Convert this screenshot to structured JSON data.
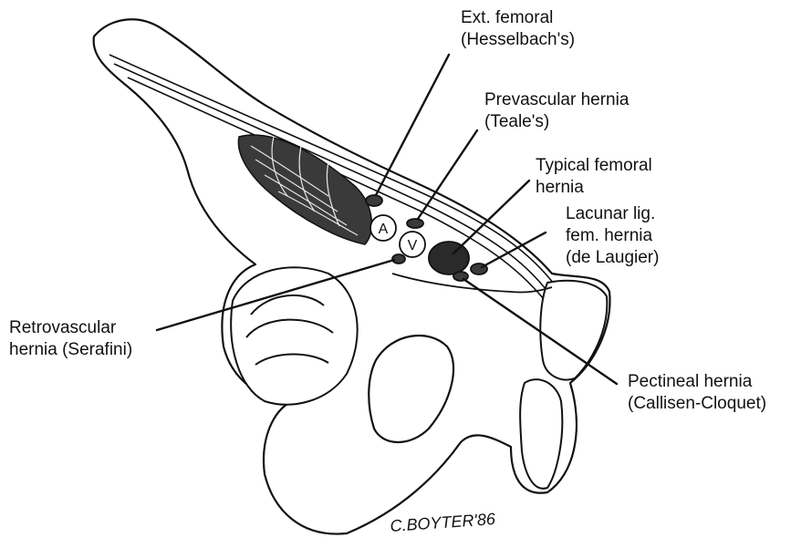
{
  "labels": [
    {
      "id": "ext-femoral",
      "lines": [
        "Ext. femoral",
        "(Hesselbach's)"
      ]
    },
    {
      "id": "prevascular",
      "lines": [
        "Prevascular hernia",
        "(Teale's)"
      ]
    },
    {
      "id": "typical-femoral",
      "lines": [
        "Typical femoral",
        "hernia"
      ]
    },
    {
      "id": "lacunar",
      "lines": [
        "Lacunar lig.",
        "fem. hernia",
        "(de Laugier)"
      ]
    },
    {
      "id": "retrovascular",
      "lines": [
        "Retrovascular",
        "hernia (Serafini)"
      ]
    },
    {
      "id": "pectineal",
      "lines": [
        "Pectineal hernia",
        "(Callisen-Cloquet)"
      ]
    }
  ],
  "vessel_letters": {
    "artery": "A",
    "vein": "V"
  },
  "signature": "C.BOYTER'86",
  "colors": {
    "ink": "#111111",
    "paper": "#ffffff",
    "shade": "#3a3a3a"
  }
}
